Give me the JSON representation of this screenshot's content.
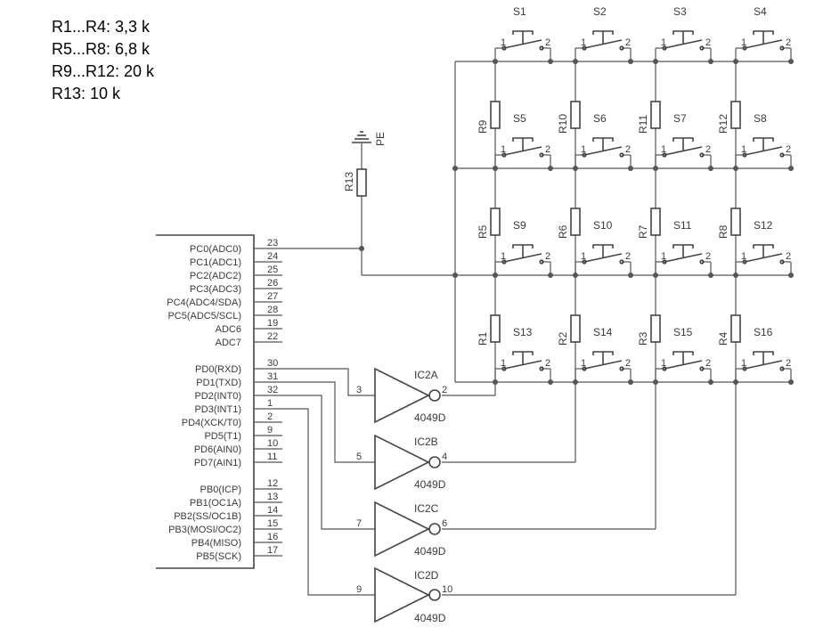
{
  "notes": [
    "R1...R4: 3,3 k",
    "R5...R8: 6,8 k",
    "R9...R12: 20 k",
    "R13: 10 k"
  ],
  "mcu": {
    "pins_c": [
      {
        "name": "PC0(ADC0)",
        "num": "23"
      },
      {
        "name": "PC1(ADC1)",
        "num": "24"
      },
      {
        "name": "PC2(ADC2)",
        "num": "25"
      },
      {
        "name": "PC3(ADC3)",
        "num": "26"
      },
      {
        "name": "PC4(ADC4/SDA)",
        "num": "27"
      },
      {
        "name": "PC5(ADC5/SCL)",
        "num": "28"
      },
      {
        "name": "ADC6",
        "num": "19"
      },
      {
        "name": "ADC7",
        "num": "22"
      }
    ],
    "pins_d": [
      {
        "name": "PD0(RXD)",
        "num": "30"
      },
      {
        "name": "PD1(TXD)",
        "num": "31"
      },
      {
        "name": "PD2(INT0)",
        "num": "32"
      },
      {
        "name": "PD3(INT1)",
        "num": "1"
      },
      {
        "name": "PD4(XCK/T0)",
        "num": "2"
      },
      {
        "name": "PD5(T1)",
        "num": "9"
      },
      {
        "name": "PD6(AIN0)",
        "num": "10"
      },
      {
        "name": "PD7(AIN1)",
        "num": "11"
      }
    ],
    "pins_b": [
      {
        "name": "PB0(ICP)",
        "num": "12"
      },
      {
        "name": "PB1(OC1A)",
        "num": "13"
      },
      {
        "name": "PB2(SS/OC1B)",
        "num": "14"
      },
      {
        "name": "PB3(MOSI/OC2)",
        "num": "15"
      },
      {
        "name": "PB4(MISO)",
        "num": "16"
      },
      {
        "name": "PB5(SCK)",
        "num": "17"
      }
    ]
  },
  "inverters": [
    {
      "name": "IC2A",
      "type": "4049D",
      "in": "3",
      "out": "2"
    },
    {
      "name": "IC2B",
      "type": "4049D",
      "in": "5",
      "out": "4"
    },
    {
      "name": "IC2C",
      "type": "4049D",
      "in": "7",
      "out": "6"
    },
    {
      "name": "IC2D",
      "type": "4049D",
      "in": "9",
      "out": "10"
    }
  ],
  "switches": [
    "S1",
    "S2",
    "S3",
    "S4",
    "S5",
    "S6",
    "S7",
    "S8",
    "S9",
    "S10",
    "S11",
    "S12",
    "S13",
    "S14",
    "S15",
    "S16"
  ],
  "switch_pin_1": "1",
  "switch_pin_2": "2",
  "resistor_rows": [
    [
      "R9",
      "R10",
      "R11",
      "R12"
    ],
    [
      "R5",
      "R6",
      "R7",
      "R8"
    ],
    [
      "R1",
      "R2",
      "R3",
      "R4"
    ]
  ],
  "r13": "R13",
  "ground_label": "PE"
}
